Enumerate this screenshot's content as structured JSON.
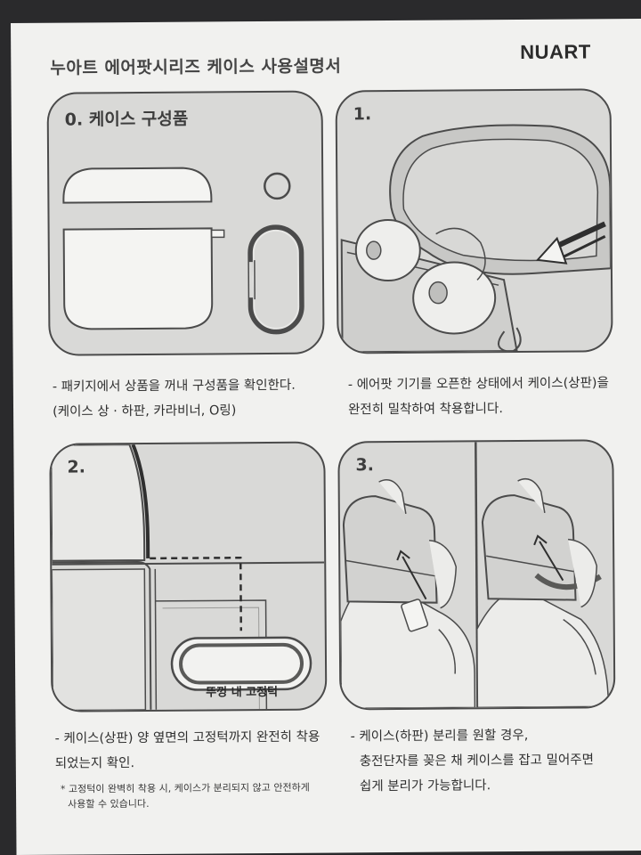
{
  "header": {
    "title": "누아트 에어팟시리즈 케이스 사용설명서",
    "brand": "NUART"
  },
  "panels": [
    {
      "title": "0. 케이스 구성품",
      "caption": [
        "- 패키지에서 상품을 꺼내 구성품을 확인한다.",
        "(케이스 상 · 하판, 카라비너, O링)"
      ]
    },
    {
      "title": "1.",
      "caption": [
        "- 에어팟 기기를 오픈한 상태에서 케이스(상판)을",
        "완전히 밀착하여 착용합니다."
      ]
    },
    {
      "title": "2.",
      "label": "뚜껑 내 고정턱",
      "caption": [
        "- 케이스(상판) 양 옆면의 고정턱까지 완전히 착용",
        "되었는지 확인."
      ],
      "note": [
        "* 고정턱이 완벽히 착용 시, 케이스가 분리되지 않고 안전하게",
        "사용할 수 있습니다."
      ]
    },
    {
      "title": "3.",
      "caption": [
        "- 케이스(하판) 분리를 원할 경우,",
        "충전단자를 꽂은 채 케이스를 잡고 밀어주면",
        "쉽게 분리가 가능합니다."
      ]
    }
  ],
  "colors": {
    "paper": "#f1f1ef",
    "panel_fill": "#d9d9d7",
    "line": "#4b4b4b",
    "text": "#2f2f2f"
  }
}
